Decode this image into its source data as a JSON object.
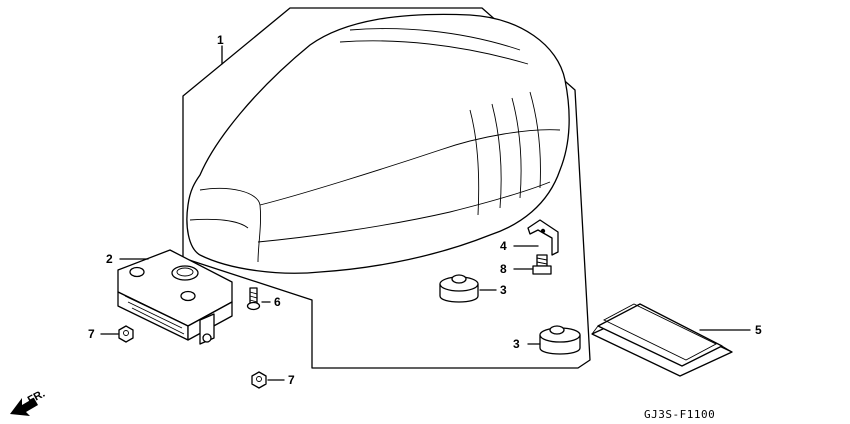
{
  "callouts": {
    "c1": "1",
    "c2": "2",
    "c3a": "3",
    "c3b": "3",
    "c4": "4",
    "c5": "5",
    "c6": "6",
    "c7a": "7",
    "c7b": "7",
    "c8": "8"
  },
  "direction": {
    "label": "FR."
  },
  "diagram_code": "GJ3S-F1100"
}
